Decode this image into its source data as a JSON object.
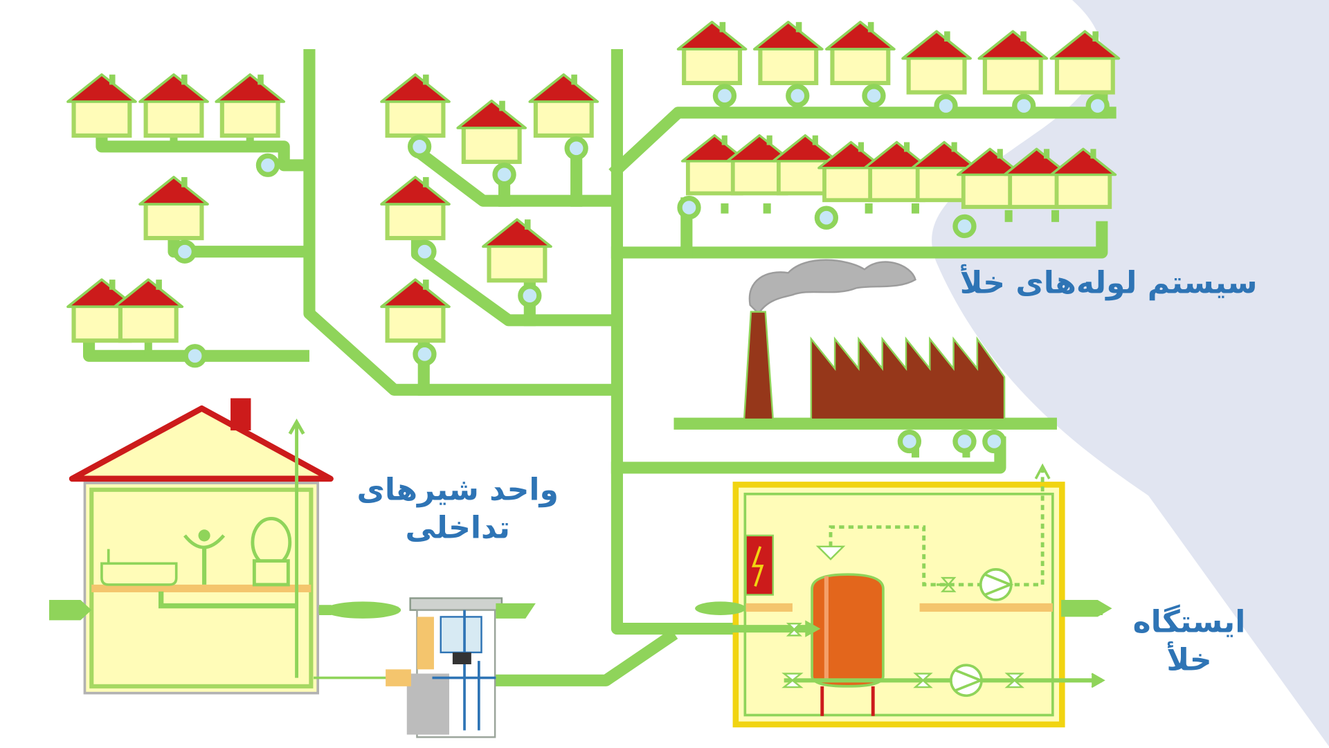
{
  "labels": {
    "vacuum_pipe_system": "سیستم لوله‌های خلأ",
    "interface_valve_unit_line1": "واحد شیرهای",
    "interface_valve_unit_line2": "تداخلی",
    "vacuum_station_line1": "ایستگاه",
    "vacuum_station_line2": "خلأ"
  },
  "colors": {
    "pipe": "#8fd45a",
    "roof": "#cc1b1b",
    "house_fill": "#fffcb8",
    "house_border": "#a6d862",
    "valve": "#c6e7f7",
    "factory": "#96371a",
    "smoke": "#b3b3b3",
    "station_border": "#f1d411",
    "tank": "#e3661c",
    "label": "#2e74b5",
    "background_swoosh": "#e1e5f1"
  },
  "icons": [
    "house-icon",
    "valve-icon",
    "factory-icon",
    "smoke-icon",
    "vacuum-tank-icon",
    "pump-icon",
    "electrical-panel-icon",
    "valve-pit-icon",
    "toilet-icon",
    "sink-icon",
    "bathtub-icon",
    "chimney-icon"
  ]
}
